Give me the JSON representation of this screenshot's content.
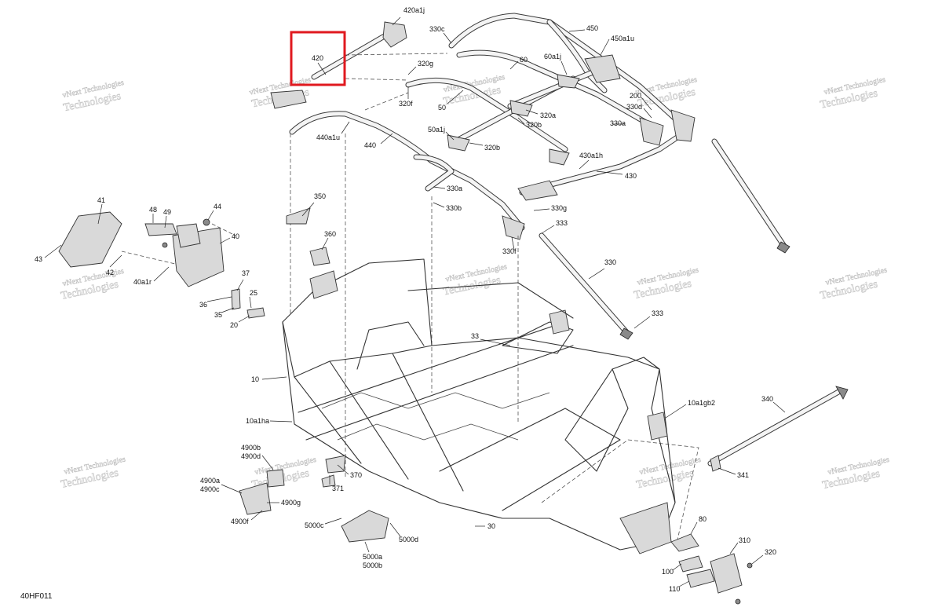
{
  "figure_id": "40HF011",
  "highlighted_part": "420",
  "highlight_color": "#e0191f",
  "watermark": {
    "line1": "vNext Technologies",
    "line2": "Technologies"
  },
  "part_labels": {
    "p420a1j": "420a1j",
    "p330c": "330c",
    "p450": "450",
    "p450a1u": "450a1u",
    "p420": "420",
    "p320g": "320g",
    "p60": "60",
    "p60a1j": "60a1j",
    "p200": "200",
    "p330d": "330d",
    "p320f": "320f",
    "p50": "50",
    "p320a": "320a",
    "p320b_top": "320b",
    "p50a1j": "50a1j",
    "p320b": "320b",
    "p330a_top": "330a",
    "p440a1u": "440a1u",
    "p440": "440",
    "p430a1h": "430a1h",
    "p430": "430",
    "p330a": "330a",
    "p330b": "330b",
    "p330g": "330g",
    "p350": "350",
    "p41": "41",
    "p48": "48",
    "p49": "49",
    "p44": "44",
    "p333_top": "333",
    "p330f": "330f",
    "p40": "40",
    "p360": "360",
    "p43": "43",
    "p42": "42",
    "p40a1r": "40a1r",
    "p37": "37",
    "p330": "330",
    "p36": "36",
    "p25": "25",
    "p35": "35",
    "p333_bot": "333",
    "p20": "20",
    "p33": "33",
    "p10": "10",
    "p10a1ha": "10a1ha",
    "p10a1gb2": "10a1gb2",
    "p340": "340",
    "p4900b": "4900b",
    "p4900d": "4900d",
    "p370": "370",
    "p341": "341",
    "p4900a": "4900a",
    "p4900c": "4900c",
    "p371": "371",
    "p4900g": "4900g",
    "p4900f": "4900f",
    "p5000c": "5000c",
    "p30": "30",
    "p80": "80",
    "p5000d": "5000d",
    "p310": "310",
    "p5000a": "5000a",
    "p5000b": "5000b",
    "p320_bot": "320",
    "p100": "100",
    "p110": "110"
  }
}
